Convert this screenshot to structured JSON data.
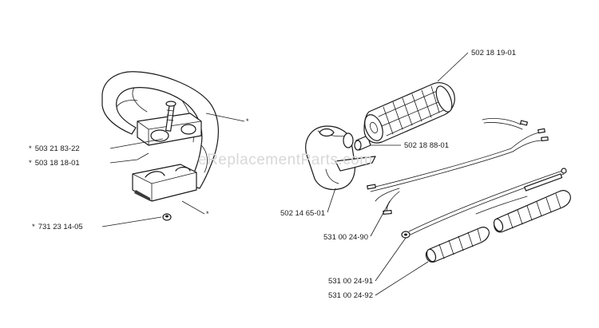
{
  "watermark": "eReplacementParts.com",
  "parts": {
    "p1": {
      "number": "503 21 83-22",
      "marker": "*"
    },
    "p2": {
      "number": "503 18 18-01",
      "marker": "*"
    },
    "p3": {
      "number": "731 23 14-05",
      "marker": "*"
    },
    "p4": {
      "number": "502 18 19-01",
      "marker": ""
    },
    "p5": {
      "number": "502 18 88-01",
      "marker": ""
    },
    "p6": {
      "number": "502 14 65-01",
      "marker": ""
    },
    "p7": {
      "number": "531 00 24-90",
      "marker": ""
    },
    "p8": {
      "number": "531 00 24-91",
      "marker": ""
    },
    "p9": {
      "number": "531 00 24-92",
      "marker": ""
    }
  },
  "callout_markers": {
    "handle": "*",
    "clamp_base": "*"
  }
}
